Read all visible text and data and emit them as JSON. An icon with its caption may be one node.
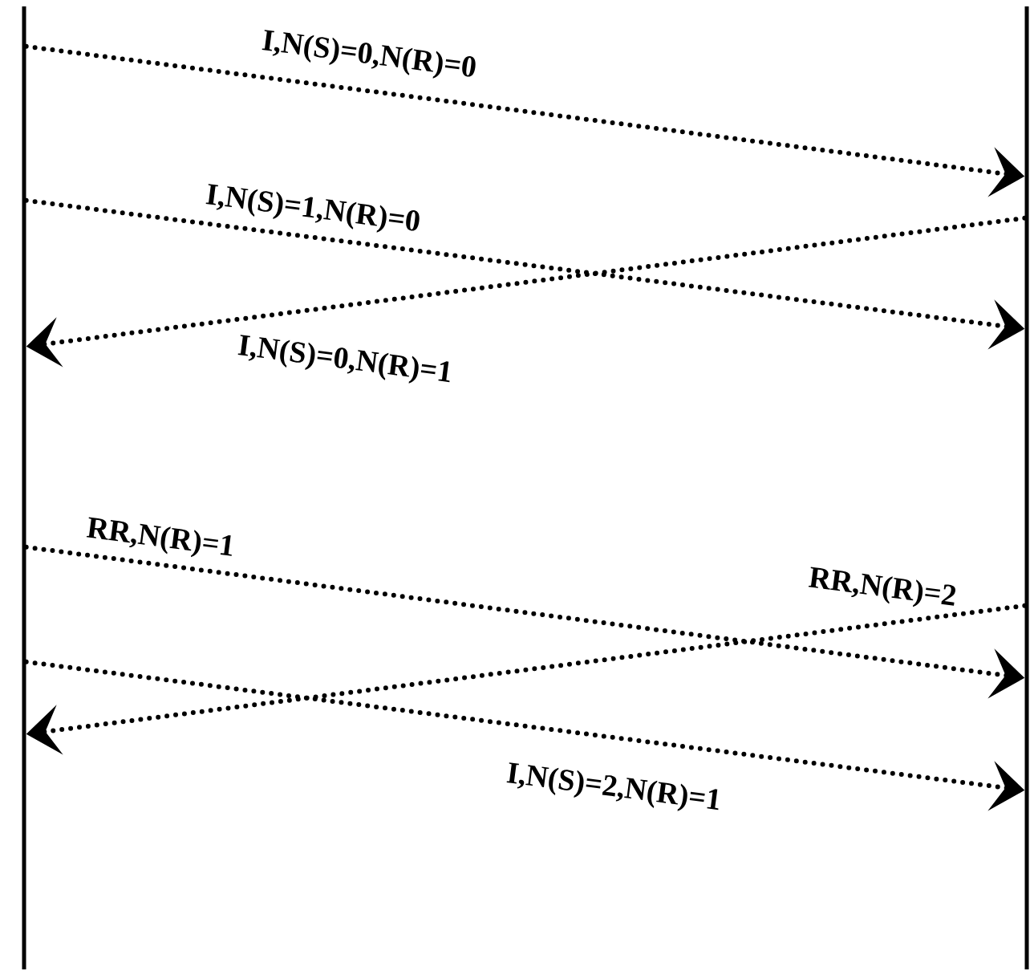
{
  "diagram": {
    "nodes": [
      {
        "text": [],
        "shape": "bar"
      },
      {
        "text": [],
        "shape": "bar"
      }
    ],
    "edges": [
      {
        "from": 0,
        "to": 1,
        "arrow": "to",
        "label": "I,N(S)=0,N(R)=0"
      },
      {
        "from": 0,
        "to": 1,
        "arrow": "to",
        "label": "I,N(S)=1,N(R)=0"
      },
      {
        "from": 1,
        "to": 0,
        "arrow": "to",
        "label": "I,N(S)=0,N(R)=1"
      },
      {
        "from": 0,
        "to": 1,
        "arrow": "to",
        "label": "RR,N(R)=1"
      },
      {
        "from": 1,
        "to": 0,
        "arrow": "to",
        "label": "RR,N(R)=2"
      },
      {
        "from": 0,
        "to": 1,
        "arrow": "to",
        "label": "I,N(S)=2,N(R)=1"
      }
    ]
  }
}
